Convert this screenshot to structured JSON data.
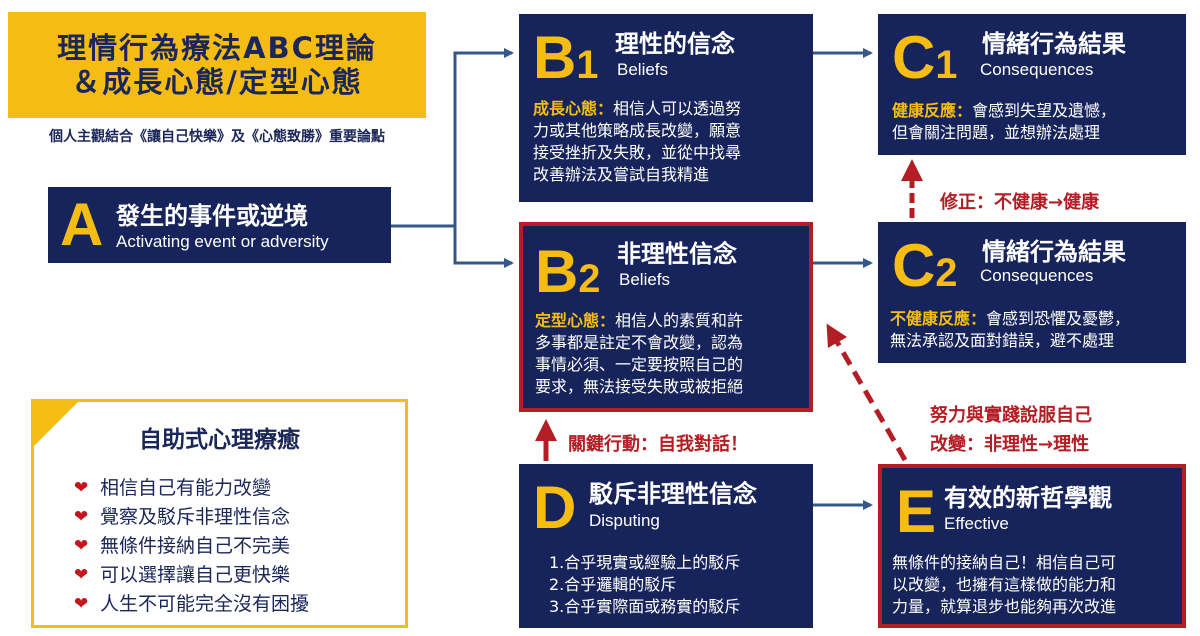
{
  "title": {
    "line1": "理情行為療法ABC理論",
    "line2": "＆成長心態/定型心態",
    "subtitle": "個人主觀結合《讓自己快樂》及《心態致勝》重要論點"
  },
  "a": {
    "letter": "A",
    "title": "發生的事件或逆境",
    "subtitle": "Activating event or adversity"
  },
  "b1": {
    "letter": "B",
    "num": "1",
    "title": "理性的信念",
    "subtitle": "Beliefs",
    "highlight": "成長心態：",
    "lines": [
      "相信人可以透過努",
      "力或其他策略成長改變，願意",
      "接受挫折及失敗，並從中找尋",
      "改善辦法及嘗試自我精進"
    ]
  },
  "b2": {
    "letter": "B",
    "num": "2",
    "title": "非理性信念",
    "subtitle": "Beliefs",
    "highlight": "定型心態：",
    "lines": [
      "相信人的素質和許",
      "多事都是註定不會改變，認為",
      "事情必須、一定要按照自己的",
      "要求，無法接受失敗或被拒絕"
    ]
  },
  "c1": {
    "letter": "C",
    "num": "1",
    "title": "情緒行為結果",
    "subtitle": "Consequences",
    "highlight": "健康反應：",
    "lines": [
      "會感到失望及遺憾，",
      "但會關注問題，並想辦法處理"
    ]
  },
  "c2": {
    "letter": "C",
    "num": "2",
    "title": "情緒行為結果",
    "subtitle": "Consequences",
    "highlight": "不健康反應：",
    "lines": [
      "會感到恐懼及憂鬱，",
      "無法承認及面對錯誤，避不處理"
    ]
  },
  "d": {
    "letter": "D",
    "title": "駁斥非理性信念",
    "subtitle": "Disputing",
    "lines": [
      "1.合乎現實或經驗上的駁斥",
      "2.合乎邏輯的駁斥",
      "3.合乎實際面或務實的駁斥"
    ]
  },
  "e": {
    "letter": "E",
    "title": "有效的新哲學觀",
    "subtitle": "Effective",
    "lines": [
      "無條件的接納自己！相信自己可",
      "以改變，也擁有這樣做的能力和",
      "力量，就算退步也能夠再次改進"
    ]
  },
  "labels": {
    "correction": "修正：不健康→健康",
    "key_action": "關鍵行動：自我對話！",
    "persuade1": "努力與實踐說服自己",
    "persuade2": "改變：非理性→理性"
  },
  "self_help": {
    "title": "自助式心理療癒",
    "items": [
      "相信自己有能力改變",
      "覺察及駁斥非理性信念",
      "無條件接納自己不完美",
      "可以選擇讓自己更快樂",
      "人生不可能完全沒有困擾"
    ]
  },
  "colors": {
    "navy": "#17245c",
    "gold": "#f5bd14",
    "red": "#b41d24",
    "arrow": "#35588a"
  }
}
